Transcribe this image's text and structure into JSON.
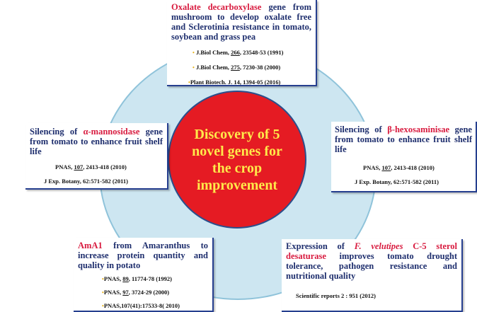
{
  "center": {
    "line1": "Discovery of 5",
    "line2": "novel genes for",
    "line3": "the crop",
    "line4": "improvement"
  },
  "top": {
    "hl": "Oxalate decarboxylase",
    "rest": " gene from mushroom to develop oxalate free and Sclerotinia resistance in tomato, soybean and grass pea",
    "refs": [
      {
        "pre": "J.Biol Chem, ",
        "vol": "266",
        "post": ", 23548-53 (1991)"
      },
      {
        "pre": "J.Biol Chem, ",
        "vol": "275",
        "post": ", 7230-38 (2000)"
      },
      {
        "pre": "Plant Biotech. J. 14, 1394-05 (2016)",
        "vol": "",
        "post": ""
      }
    ]
  },
  "left": {
    "pre": "Silencing of ",
    "hl": "α-mannosidase",
    "rest": " gene from tomato to enhance fruit shelf life",
    "refs": [
      {
        "pre": "PNAS, ",
        "vol": "107",
        "post": ", 2413-418 (2010)"
      },
      {
        "pre": "J Exp. Botany, 62:571-582 (2011)",
        "vol": "",
        "post": ""
      }
    ]
  },
  "right": {
    "pre": "Silencing of ",
    "hl": "β-hexosaminisae",
    "rest": " gene from tomato to enhance fruit shelf life",
    "refs": [
      {
        "pre": "PNAS, ",
        "vol": "107",
        "post": ", 2413-418 (2010)"
      },
      {
        "pre": "J Exp. Botany, 62:571-582 (2011)",
        "vol": "",
        "post": ""
      }
    ]
  },
  "bottom_left": {
    "hl": "AmA1",
    "rest": " from Amaranthus to increase protein quantity and quality in potato",
    "refs": [
      {
        "pre": "PNAS, ",
        "vol": "89",
        "post": ", 11774-78 (1992)"
      },
      {
        "pre": "PNAS, ",
        "vol": "97",
        "post": ", 3724-29 (2000)"
      },
      {
        "pre": "PNAS,107(41):17533-8( 2010)",
        "vol": "",
        "post": ""
      }
    ]
  },
  "bottom_right": {
    "pre": "Expression of ",
    "hl_italic": "F. velutipes",
    "hl2": " C-5 sterol desaturase",
    "rest": " improves tomato drought tolerance, pathogen resistance and nutritional quality",
    "refs": [
      {
        "pre": "Scientific reports 2 : 951 (2012)",
        "vol": "",
        "post": ""
      }
    ]
  },
  "colors": {
    "ring": "#cde6f1",
    "core": "#e51b23",
    "core_text": "#ffe94a",
    "title": "#1f2f6e",
    "highlight": "#d81b3f",
    "bullet": "#e6b31e"
  },
  "icons": {
    "bullet": "•"
  }
}
